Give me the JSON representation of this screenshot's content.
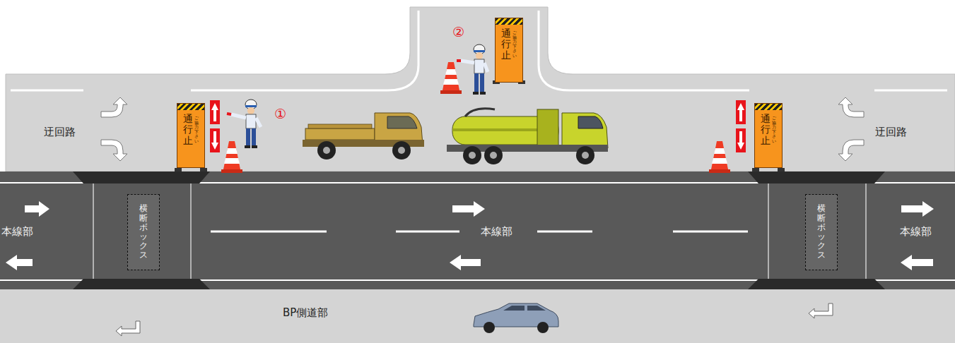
{
  "diagram": {
    "nodes": [
      {
        "text": [
          "通行止",
          "ご協力下さい"
        ]
      },
      {
        "text": [
          "通行止",
          "ご協力下さい"
        ]
      },
      {
        "text": [
          "通行止",
          "ご協力下さい"
        ]
      },
      {
        "text": [
          "横断ボックス"
        ]
      },
      {
        "text": [
          "横断ボックス"
        ]
      }
    ],
    "labels": [
      "迂回路",
      "迂回路",
      "本線部",
      "本線部",
      "本線部",
      "BP側道部",
      "①",
      "②"
    ]
  }
}
